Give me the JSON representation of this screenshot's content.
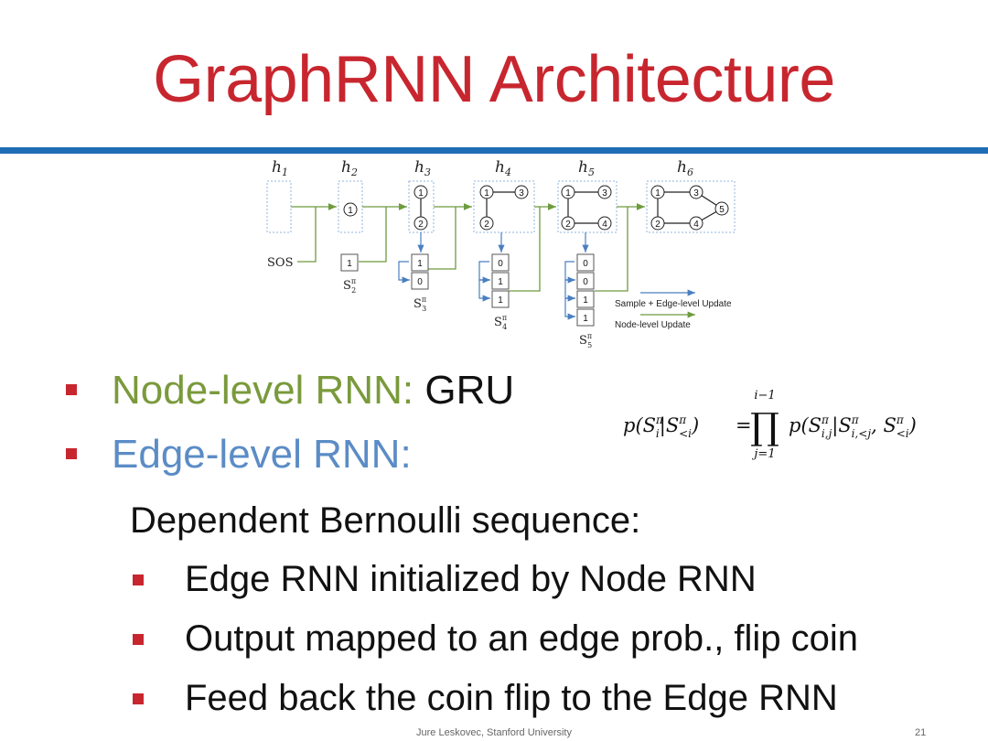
{
  "title": "GraphRNN Architecture",
  "diagram": {
    "hidden_states": [
      "h",
      "h",
      "h",
      "h",
      "h",
      "h"
    ],
    "hidden_subs": [
      "1",
      "2",
      "3",
      "4",
      "5",
      "6"
    ],
    "sos": "SOS",
    "node_ids": [
      "1",
      "2",
      "3",
      "4",
      "5"
    ],
    "s2_values": [
      "1"
    ],
    "s3_values": [
      "1",
      "0"
    ],
    "s4_values": [
      "0",
      "1",
      "1"
    ],
    "s5_values": [
      "0",
      "0",
      "1",
      "1"
    ],
    "s_labels": [
      "S",
      "S",
      "S",
      "S"
    ],
    "s_subs": [
      "2",
      "3",
      "4",
      "5"
    ],
    "s_sup": "π",
    "legend": {
      "edge_update": "Sample + Edge-level Update",
      "node_update": "Node-level Update"
    },
    "colors": {
      "edge": "#4a7fc1",
      "node": "#6e9b3e",
      "box": "#8fb4dd"
    }
  },
  "bullets": {
    "node_label": "Node-level RNN:",
    "node_value": "GRU",
    "edge_label": "Edge-level RNN:",
    "dependent": "Dependent Bernoulli sequence:",
    "sub": [
      "Edge RNN initialized by Node RNN",
      "Output mapped to an edge prob., flip coin",
      "Feed back the coin flip to the Edge RNN"
    ]
  },
  "formula": {
    "lhs_p": "p(",
    "S": "S",
    "pi": "π",
    "i": "i",
    "lt_i": "<i",
    "rhs_p": "p(",
    "ij": "i,j",
    "i_lt_j": "i,<j",
    "upper": "i−1",
    "lower": "j=1",
    "prod": "∏",
    "eq": "="
  },
  "footer": {
    "author": "Jure Leskovec, Stanford University",
    "page": "21"
  }
}
